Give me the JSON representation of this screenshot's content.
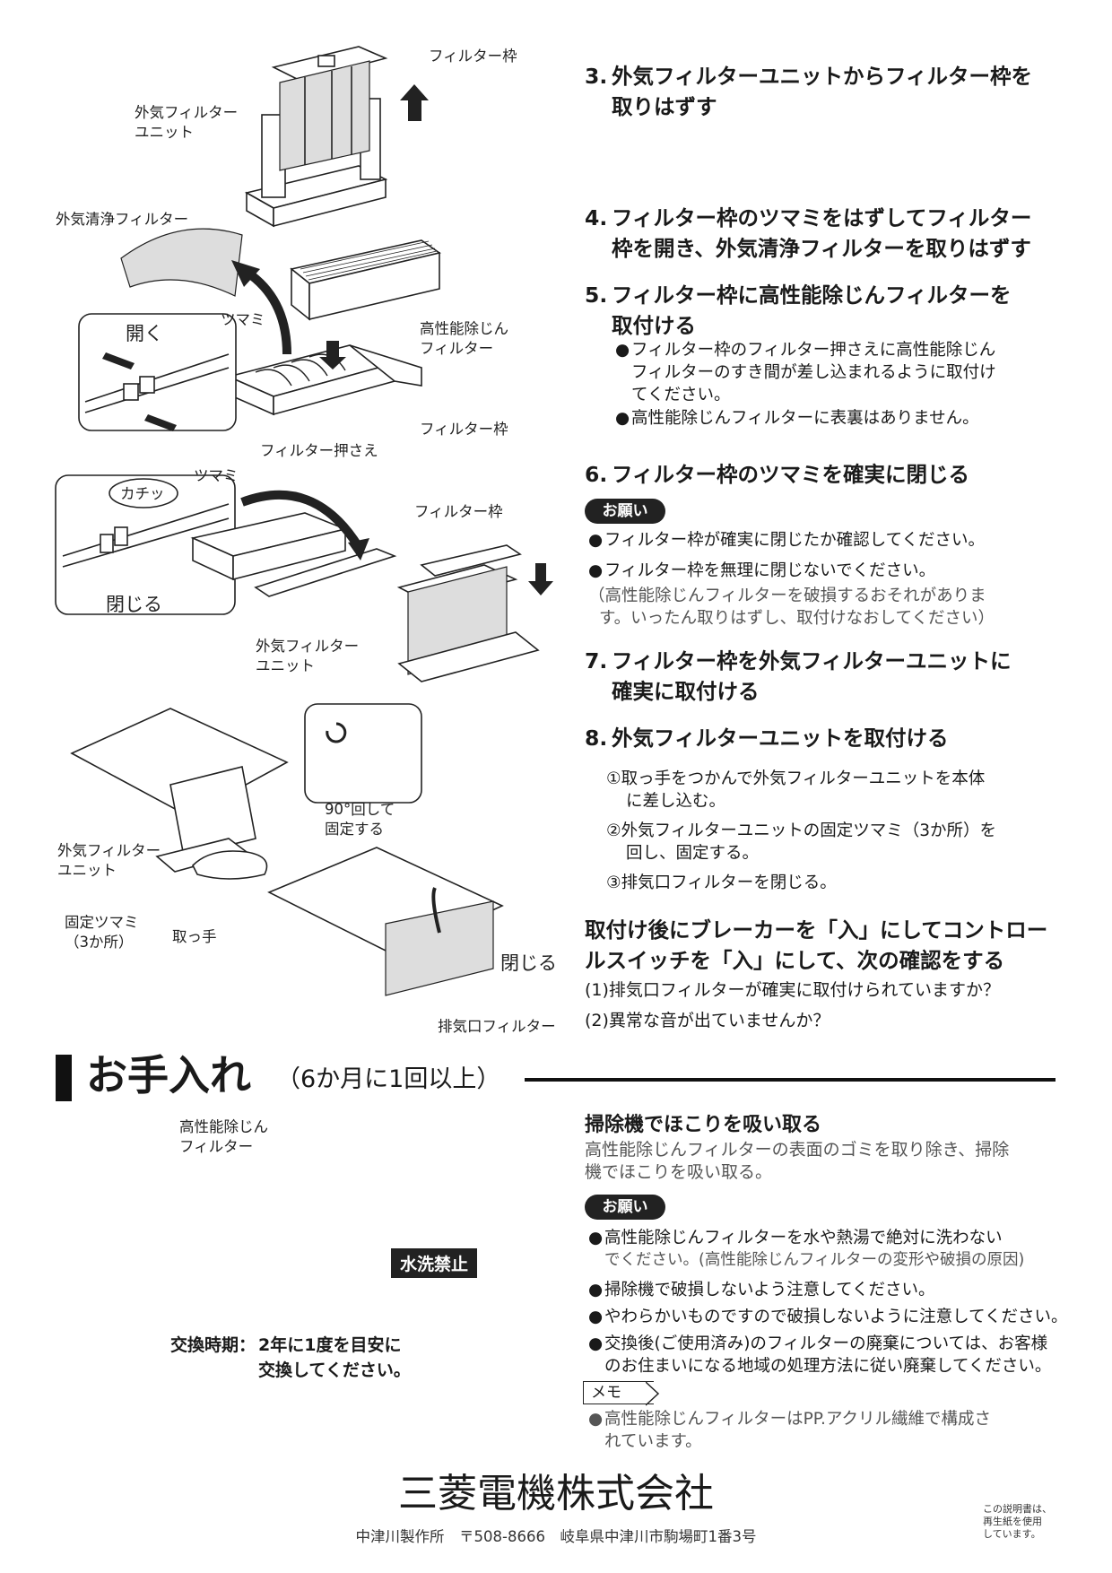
{
  "steps": [
    {
      "num": "3.",
      "text": "外気フィルターユニットからフィルター枠を取りはずす"
    },
    {
      "num": "4.",
      "text": "フィルター枠のツマミをはずしてフィルター枠を開き、外気清浄フィルターを取りはずす"
    },
    {
      "num": "5.",
      "text": "フィルター枠に高性能除じんフィルターを取付ける"
    },
    {
      "num": "6.",
      "text": "フィルター枠のツマミを確実に閉じる"
    },
    {
      "num": "7.",
      "text": "フィルター枠を外気フィルターユニットに確実に取付ける"
    },
    {
      "num": "8.",
      "text": "外気フィルターユニットを取付ける"
    }
  ],
  "step3_lines": [
    "外気フィルターユニットからフィルター枠を",
    "取りはずす"
  ],
  "step4_lines": [
    "フィルター枠のツマミをはずしてフィルター",
    "枠を開き、外気清浄フィルターを取りはずす"
  ],
  "step5_lines": [
    "フィルター枠に高性能除じんフィルターを",
    "取付ける"
  ],
  "step5_notes": [
    {
      "lines": [
        "フィルター枠のフィルター押さえに高性能除じん",
        "フィルターのすき間が差し込まれるように取付け",
        "てください。"
      ]
    },
    {
      "lines": [
        "高性能除じんフィルターに表裏はありません。"
      ]
    }
  ],
  "step6_line": "フィルター枠のツマミを確実に閉じる",
  "onegai_label": "お願い",
  "step6_notes": [
    "フィルター枠が確実に閉じたか確認してください。",
    "フィルター枠を無理に閉じないでください。"
  ],
  "step6_paren": [
    "（高性能除じんフィルターを破損するおそれがありま",
    "す。いったん取りはずし、取付けなおしてください）"
  ],
  "step7_lines": [
    "フィルター枠を外気フィルターユニットに",
    "確実に取付ける"
  ],
  "step8_line": "外気フィルターユニットを取付ける",
  "step8_subs": [
    {
      "mark": "①",
      "lines": [
        "取っ手をつかんで外気フィルターユニットを本体",
        "に差し込む。"
      ]
    },
    {
      "mark": "②",
      "lines": [
        "外気フィルターユニットの固定ツマミ（3か所）を",
        "回し、固定する。"
      ]
    },
    {
      "mark": "③",
      "lines": [
        "排気口フィルターを閉じる。"
      ]
    }
  ],
  "check_heading": [
    "取付け後にブレーカーを「入」にしてコントロー",
    "ルスイッチを「入」にして、次の確認をする"
  ],
  "check_items": [
    "(1)排気口フィルターが確実に取付けられていますか？",
    "(2)異常な音が出ていませんか？"
  ],
  "section": {
    "title": "お手入れ",
    "subtitle": "（6か月に1回以上）"
  },
  "maint": {
    "heading": "掃除機でほこりを吸い取る",
    "desc": [
      "高性能除じんフィルターの表面のゴミを取り除き、掃除",
      "機でほこりを吸い取る。"
    ],
    "notes": [
      {
        "lines": [
          "高性能除じんフィルターを水や熱湯で絶対に洗わない",
          "でください。(高性能除じんフィルターの変形や破損の原因)"
        ]
      },
      {
        "lines": [
          "掃除機で破損しないよう注意してください。"
        ]
      },
      {
        "lines": [
          "やわらかいものですので破損しないように注意してください。"
        ]
      },
      {
        "lines": [
          "交換後(ご使用済み)のフィルターの廃棄については、お客様",
          "のお住まいになる地域の処理方法に従い廃棄してください。"
        ]
      }
    ],
    "memo_label": "メモ",
    "memo": [
      "高性能除じんフィルターはPP.アクリル繊維で構成さ",
      "れています。"
    ],
    "fig_label": [
      "高性能除じん",
      "フィルター"
    ],
    "no_wash": "水洗禁止",
    "replace_label": "交換時期：",
    "replace_lines": [
      "2年に1度を目安に",
      "交換してください。"
    ]
  },
  "fig_labels": {
    "filter_frame": "フィルター枠",
    "unit": [
      "外気フィルター",
      "ユニット"
    ],
    "clean_filter": "外気清浄フィルター",
    "open": "開く",
    "knob": "ツマミ",
    "hepa": [
      "高性能除じん",
      "フィルター"
    ],
    "presser": "フィルター押さえ",
    "click": "カチッ",
    "close": "閉じる",
    "rotate": [
      "90°回して",
      "固定する"
    ],
    "fix_knob": [
      "固定ツマミ",
      "（3か所）"
    ],
    "handle": "取っ手",
    "exhaust": "排気口フィルター"
  },
  "footer": {
    "company": "三菱電機株式会社",
    "address": "中津川製作所　〒508-8666　岐阜県中津川市駒場町1番3号",
    "recycle": [
      "この説明書は、",
      "再生紙を使用",
      "しています。"
    ]
  }
}
